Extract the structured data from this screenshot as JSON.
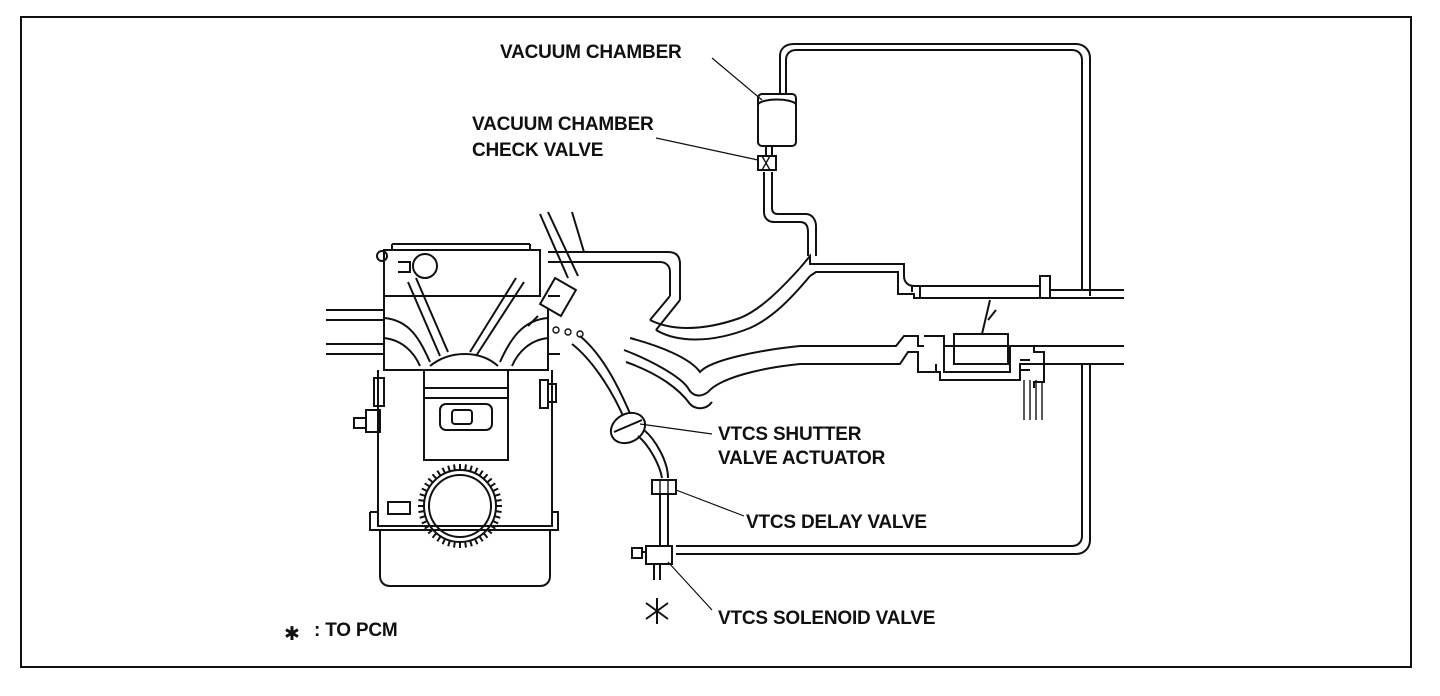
{
  "labels": {
    "vacuum_chamber": "VACUUM CHAMBER",
    "check_valve_line1": "VACUUM CHAMBER",
    "check_valve_line2": "CHECK VALVE",
    "shutter_line1": "VTCS SHUTTER",
    "shutter_line2": "VALVE ACTUATOR",
    "delay_valve": "VTCS DELAY VALVE",
    "solenoid_valve": "VTCS SOLENOID VALVE"
  },
  "legend": {
    "symbol": "✱",
    "text": ": TO PCM"
  },
  "colors": {
    "line": "#111111",
    "background": "#ffffff"
  }
}
